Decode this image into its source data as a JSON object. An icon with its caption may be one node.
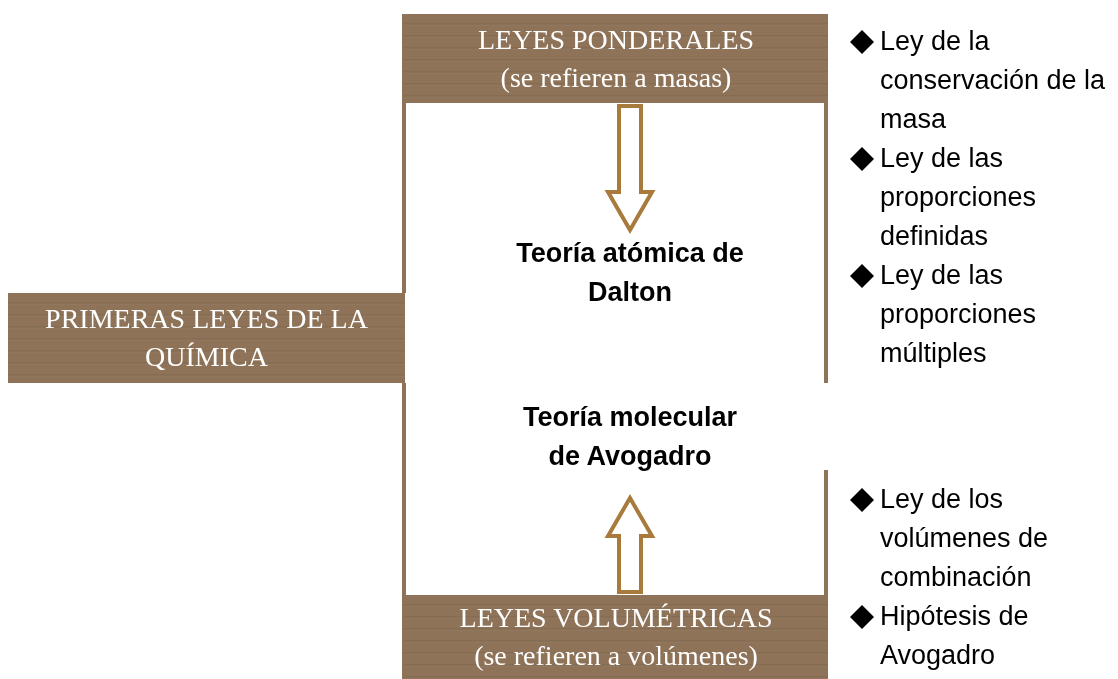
{
  "diagram": {
    "nodes": [
      {
        "text": [
          "PRIMERAS LEYES DE LA QUÍMICA"
        ]
      },
      {
        "text": [
          "LEYES PONDERALES",
          "(se refieren a masas)"
        ]
      },
      {
        "text": [
          "Teoría atómica de Dalton"
        ]
      },
      {
        "text": [
          "Teoría molecular de Avogadro"
        ]
      },
      {
        "text": [
          "LEYES VOLUMÉTRICAS",
          "(se refieren a volúmenes)"
        ]
      }
    ],
    "edges": [
      {
        "from": 0,
        "to": 1,
        "arrow": "none"
      },
      {
        "from": 0,
        "to": 4,
        "arrow": "none"
      },
      {
        "from": 1,
        "to": 2,
        "arrow": "to",
        "color": "#a87a3c"
      },
      {
        "from": 4,
        "to": 3,
        "arrow": "to",
        "color": "#a87a3c"
      }
    ],
    "labels": [
      "Ley de la conservación de la masa",
      "Ley de las proporciones definidas",
      "Ley de las proporciones múltiples",
      "Ley de los volúmenes de combinación",
      "Hipótesis de Avogadro"
    ]
  }
}
